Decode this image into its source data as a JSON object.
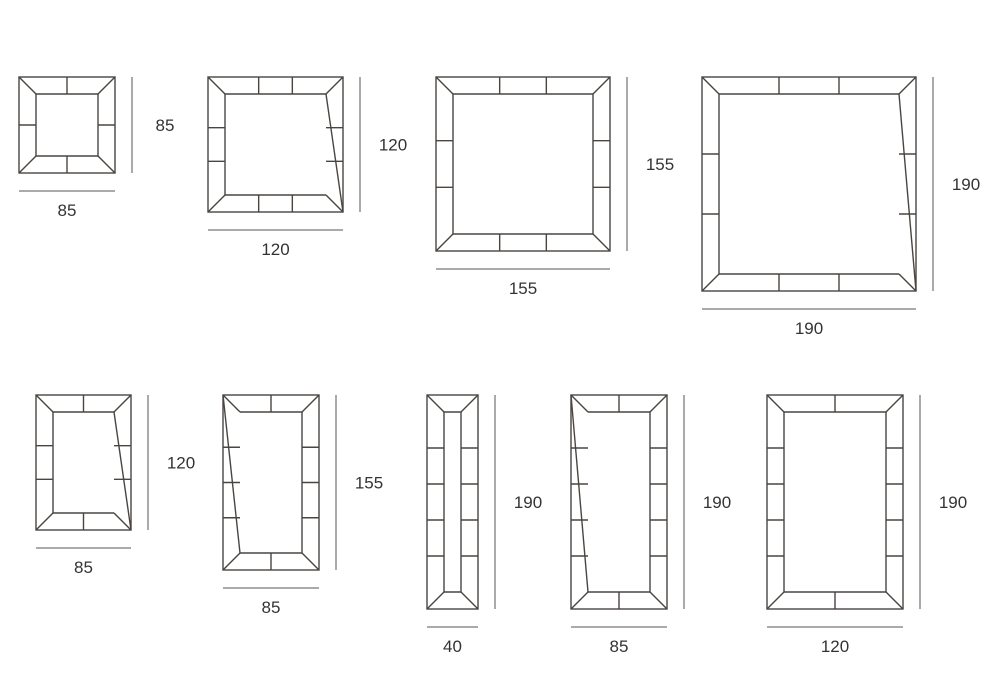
{
  "frames": [
    {
      "id": "frame-85x85",
      "width_label": "85",
      "height_label": "85",
      "panels_h": 2,
      "panels_v": 2,
      "slant": "none"
    },
    {
      "id": "frame-120x120",
      "width_label": "120",
      "height_label": "120",
      "panels_h": 3,
      "panels_v": 3,
      "slant": "right"
    },
    {
      "id": "frame-155x155",
      "width_label": "155",
      "height_label": "155",
      "panels_h": 3,
      "panels_v": 3,
      "slant": "none"
    },
    {
      "id": "frame-190x190",
      "width_label": "190",
      "height_label": "190",
      "panels_h": 3,
      "panels_v": 3,
      "slant": "right"
    },
    {
      "id": "frame-85x120",
      "width_label": "85",
      "height_label": "120",
      "panels_h": 2,
      "panels_v": 3,
      "slant": "right"
    },
    {
      "id": "frame-85x155",
      "width_label": "85",
      "height_label": "155",
      "panels_h": 2,
      "panels_v": 4,
      "slant": "left"
    },
    {
      "id": "frame-40x190",
      "width_label": "40",
      "height_label": "190",
      "panels_h": 1,
      "panels_v": 5,
      "slant": "none"
    },
    {
      "id": "frame-85x190",
      "width_label": "85",
      "height_label": "190",
      "panels_h": 2,
      "panels_v": 5,
      "slant": "left"
    },
    {
      "id": "frame-120x190",
      "width_label": "120",
      "height_label": "190",
      "panels_h": 2,
      "panels_v": 5,
      "slant": "none"
    }
  ]
}
